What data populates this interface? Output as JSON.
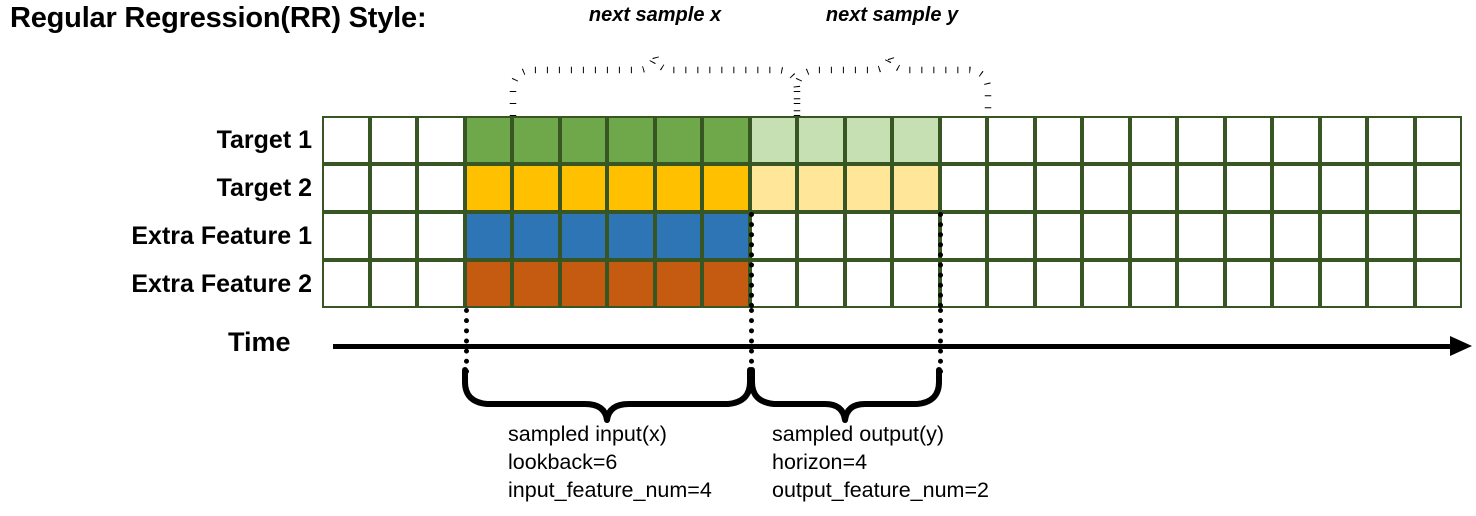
{
  "title": "Regular Regression(RR) Style:",
  "annotations": {
    "next_sample_x": "next sample x",
    "next_sample_y": "next sample y",
    "time_axis_label": "Time"
  },
  "rows": [
    {
      "label": "Target 1",
      "fill": "#6FA84A",
      "light_fill": "#C6E0B4",
      "has_output": true
    },
    {
      "label": "Target 2",
      "fill": "#FFC000",
      "light_fill": "#FFE699",
      "has_output": true
    },
    {
      "label": "Extra Feature 1",
      "fill": "#2E75B6",
      "light_fill": null,
      "has_output": false
    },
    {
      "label": "Extra Feature 2",
      "fill": "#C55A11",
      "light_fill": null,
      "has_output": false
    }
  ],
  "grid": {
    "total_columns": 24,
    "leading_blank_columns": 3,
    "input_columns": 6,
    "output_columns": 4,
    "trailing_blank_columns": 11,
    "border_color": "#375623",
    "empty_fill": "#ffffff"
  },
  "captions": {
    "input": {
      "line1": "sampled input(x)",
      "line2": "lookback=6",
      "line3": "input_feature_num=4"
    },
    "output": {
      "line1": "sampled output(y)",
      "line2": "horizon=4",
      "line3": "output_feature_num=2"
    }
  }
}
